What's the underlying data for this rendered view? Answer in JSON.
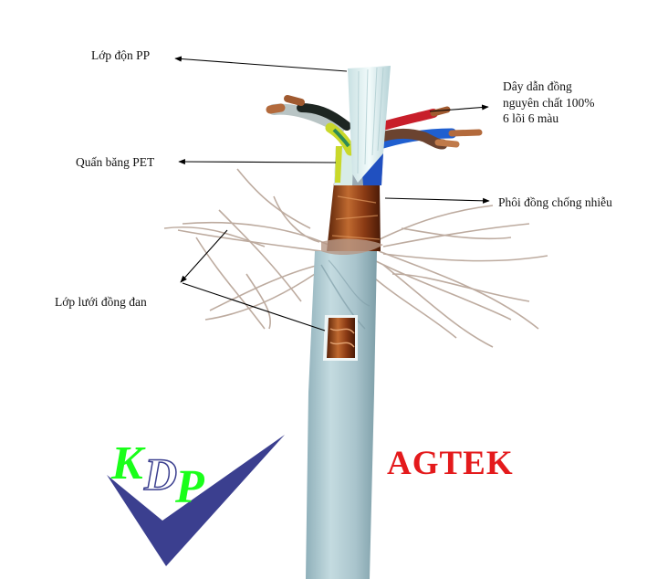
{
  "labels": {
    "pp_filler": "Lớp độn PP",
    "conductor_line1": "Dây dẫn đồng",
    "conductor_line2": "nguyên chất 100%",
    "conductor_line3": "6 lõi 6 màu",
    "pet_tape": "Quấn băng PET",
    "copper_foil": "Phôi đồng chống nhiễu",
    "copper_braid": "Lớp lưới đồng đan"
  },
  "logo": {
    "letters": [
      "K",
      "D",
      "P"
    ],
    "check_color": "#3b3f8f",
    "letter_color": "#1aff1a"
  },
  "brand": {
    "name": "AGTEK",
    "color": "#e41a1c"
  },
  "colors": {
    "jacket": "#a9c4cc",
    "copper": "#8a3a14",
    "wire_red": "#c81e2a",
    "wire_blue": "#1f5fd0",
    "wire_brown": "#6b4330",
    "wire_black": "#1e2622",
    "wire_grey": "#b8c4c4",
    "wire_yellow_green": "#c9d82a"
  }
}
